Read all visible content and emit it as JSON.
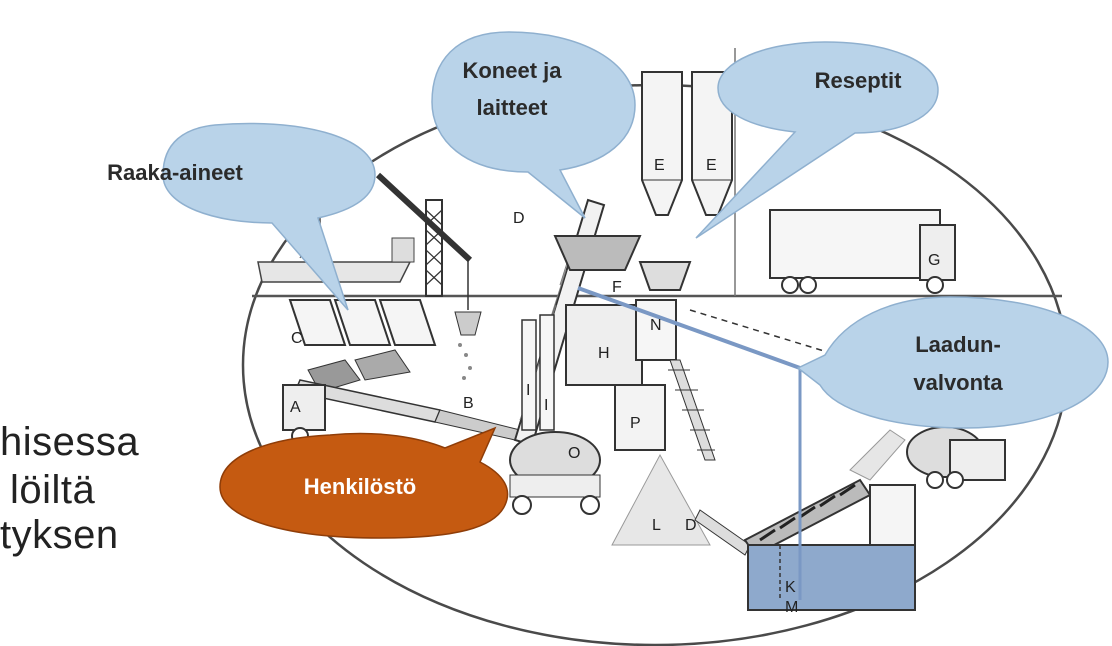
{
  "side_text": [
    "hisessa",
    "löiltä",
    "tyksen"
  ],
  "callouts": {
    "raw_materials": "Raaka-aineet",
    "machines_line1": "Koneet ja",
    "machines_line2": "laitteet",
    "recipes": "Reseptit",
    "quality_line1": "Laadun-",
    "quality_line2": "valvonta",
    "personnel": "Henkilöstö"
  },
  "component_labels": {
    "a": "A",
    "b": "B",
    "c": "C",
    "d": "D",
    "d2": "D",
    "e1": "E",
    "e2": "E",
    "f": "F",
    "g": "G",
    "h": "H",
    "i1": "I",
    "i2": "I",
    "k": "K",
    "l": "L",
    "m": "M",
    "n": "N",
    "o": "O",
    "p": "P"
  },
  "colors": {
    "callout_fill": "#b9d3e9",
    "callout_stroke": "#8fb0cf",
    "personnel_fill": "#c55a11",
    "water_fill": "#8ea9cc"
  }
}
